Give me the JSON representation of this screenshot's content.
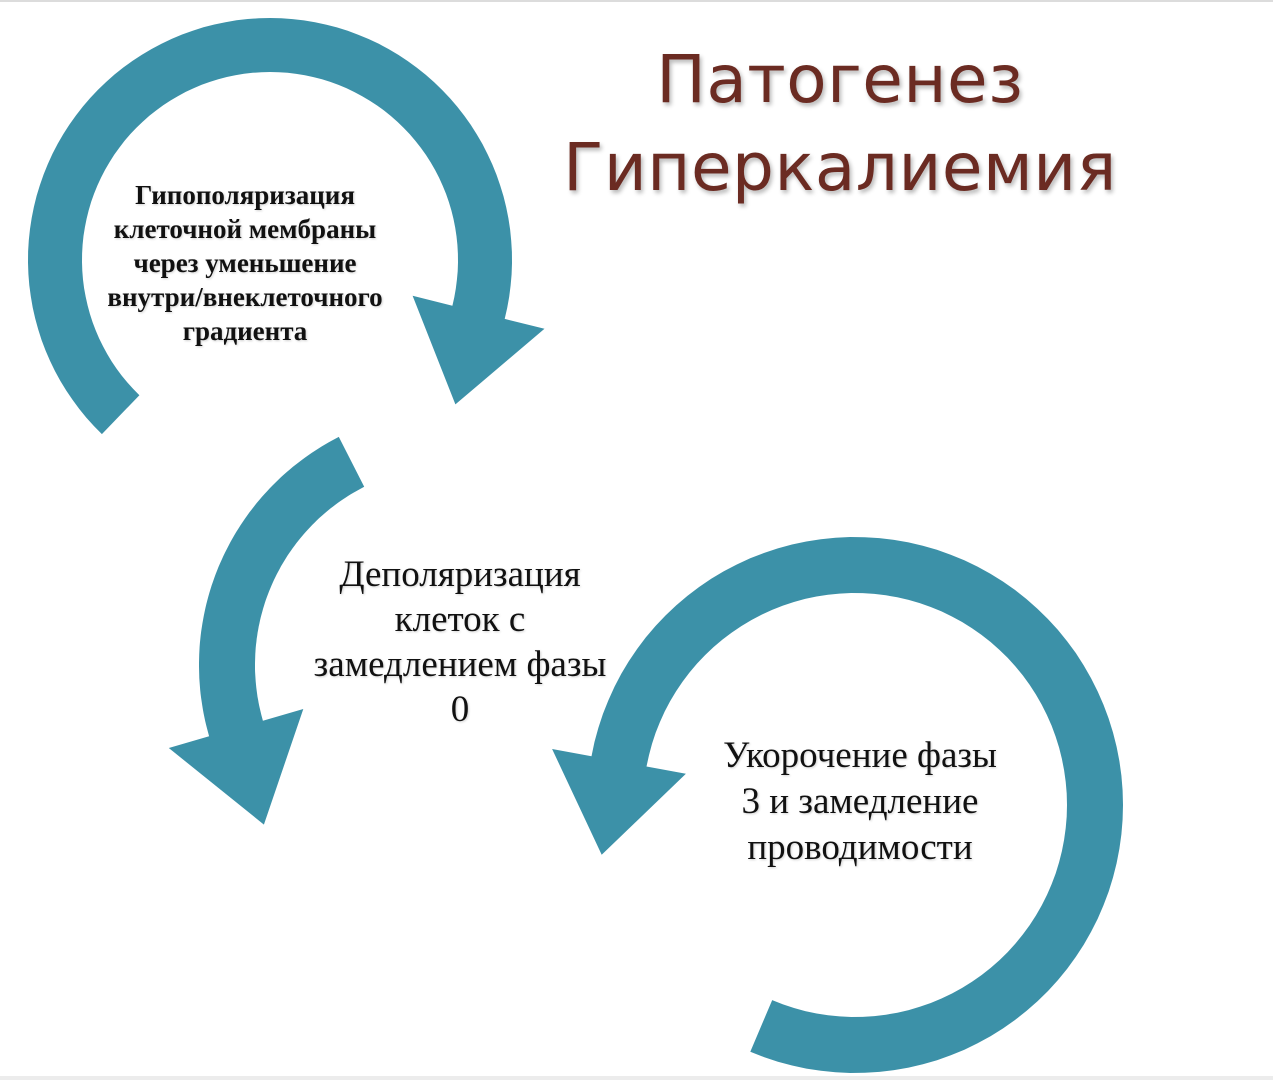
{
  "title": {
    "line1": "Патогенез",
    "line2": "Гиперкалиемия"
  },
  "steps": [
    {
      "lines": [
        "Гипополяризация",
        "клеточной мембраны",
        "через уменьшение",
        "внутри/внеклеточного",
        "градиента"
      ]
    },
    {
      "lines": [
        "Деполяризация",
        "клеток с",
        "замедлением фазы",
        "0"
      ]
    },
    {
      "lines": [
        "Укорочение фазы",
        "3 и замедление",
        "проводимости"
      ]
    }
  ],
  "colors": {
    "arc": "#3c91a8",
    "title": "#6b2b22",
    "text": "#111111"
  }
}
